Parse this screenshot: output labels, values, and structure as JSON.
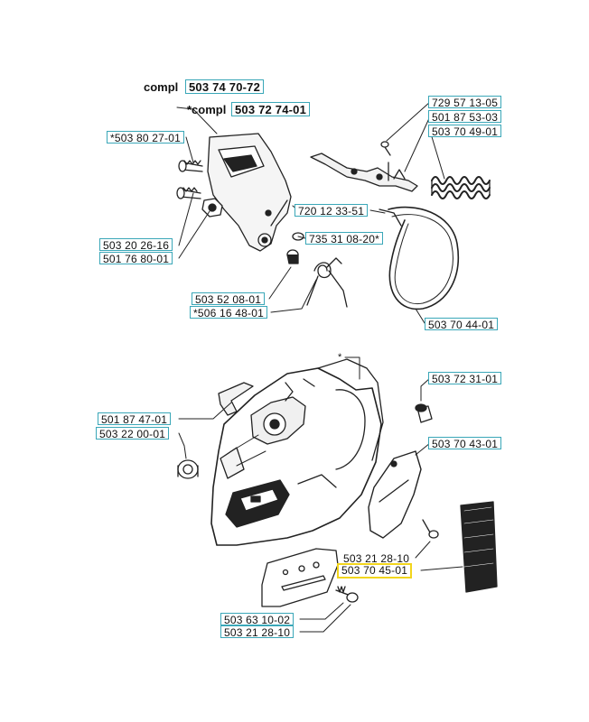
{
  "labels": {
    "compl_prefix": "compl",
    "compl_number": "503 74 70-72",
    "compl2_prefix": "*compl",
    "compl2_number": "503 72 74-01",
    "l_503_80_27": "*503 80 27-01",
    "l_503_20_26": "503 20 26-16",
    "l_501_76_80": "501 76 80-01",
    "l_720_12_33": "720 12 33-51",
    "l_735_31_08": "735 31 08-20*",
    "l_503_52_08": "503 52 08-01",
    "l_506_16_48": "*506 16 48-01",
    "l_729_57_13": "729 57 13-05",
    "l_501_87_53": "501 87 53-03",
    "l_503_70_49": "503 70 49-01",
    "l_503_70_44": "503 70 44-01",
    "star_marker": "*",
    "l_503_72_31": "503 72 31-01",
    "l_501_87_47": "501 87 47-01",
    "l_503_22_00": "503 22 00-01",
    "l_503_70_43": "503 70 43-01",
    "l_503_21_28_a": "503 21 28-10",
    "l_503_70_45": "503 70 45-01",
    "l_503_63_10": "503 63 10-02",
    "l_503_21_28_b": "503 21 28-10"
  },
  "colors": {
    "label_border": "#3aa7b8",
    "highlight_border": "#f2d51c",
    "line": "#222222"
  }
}
